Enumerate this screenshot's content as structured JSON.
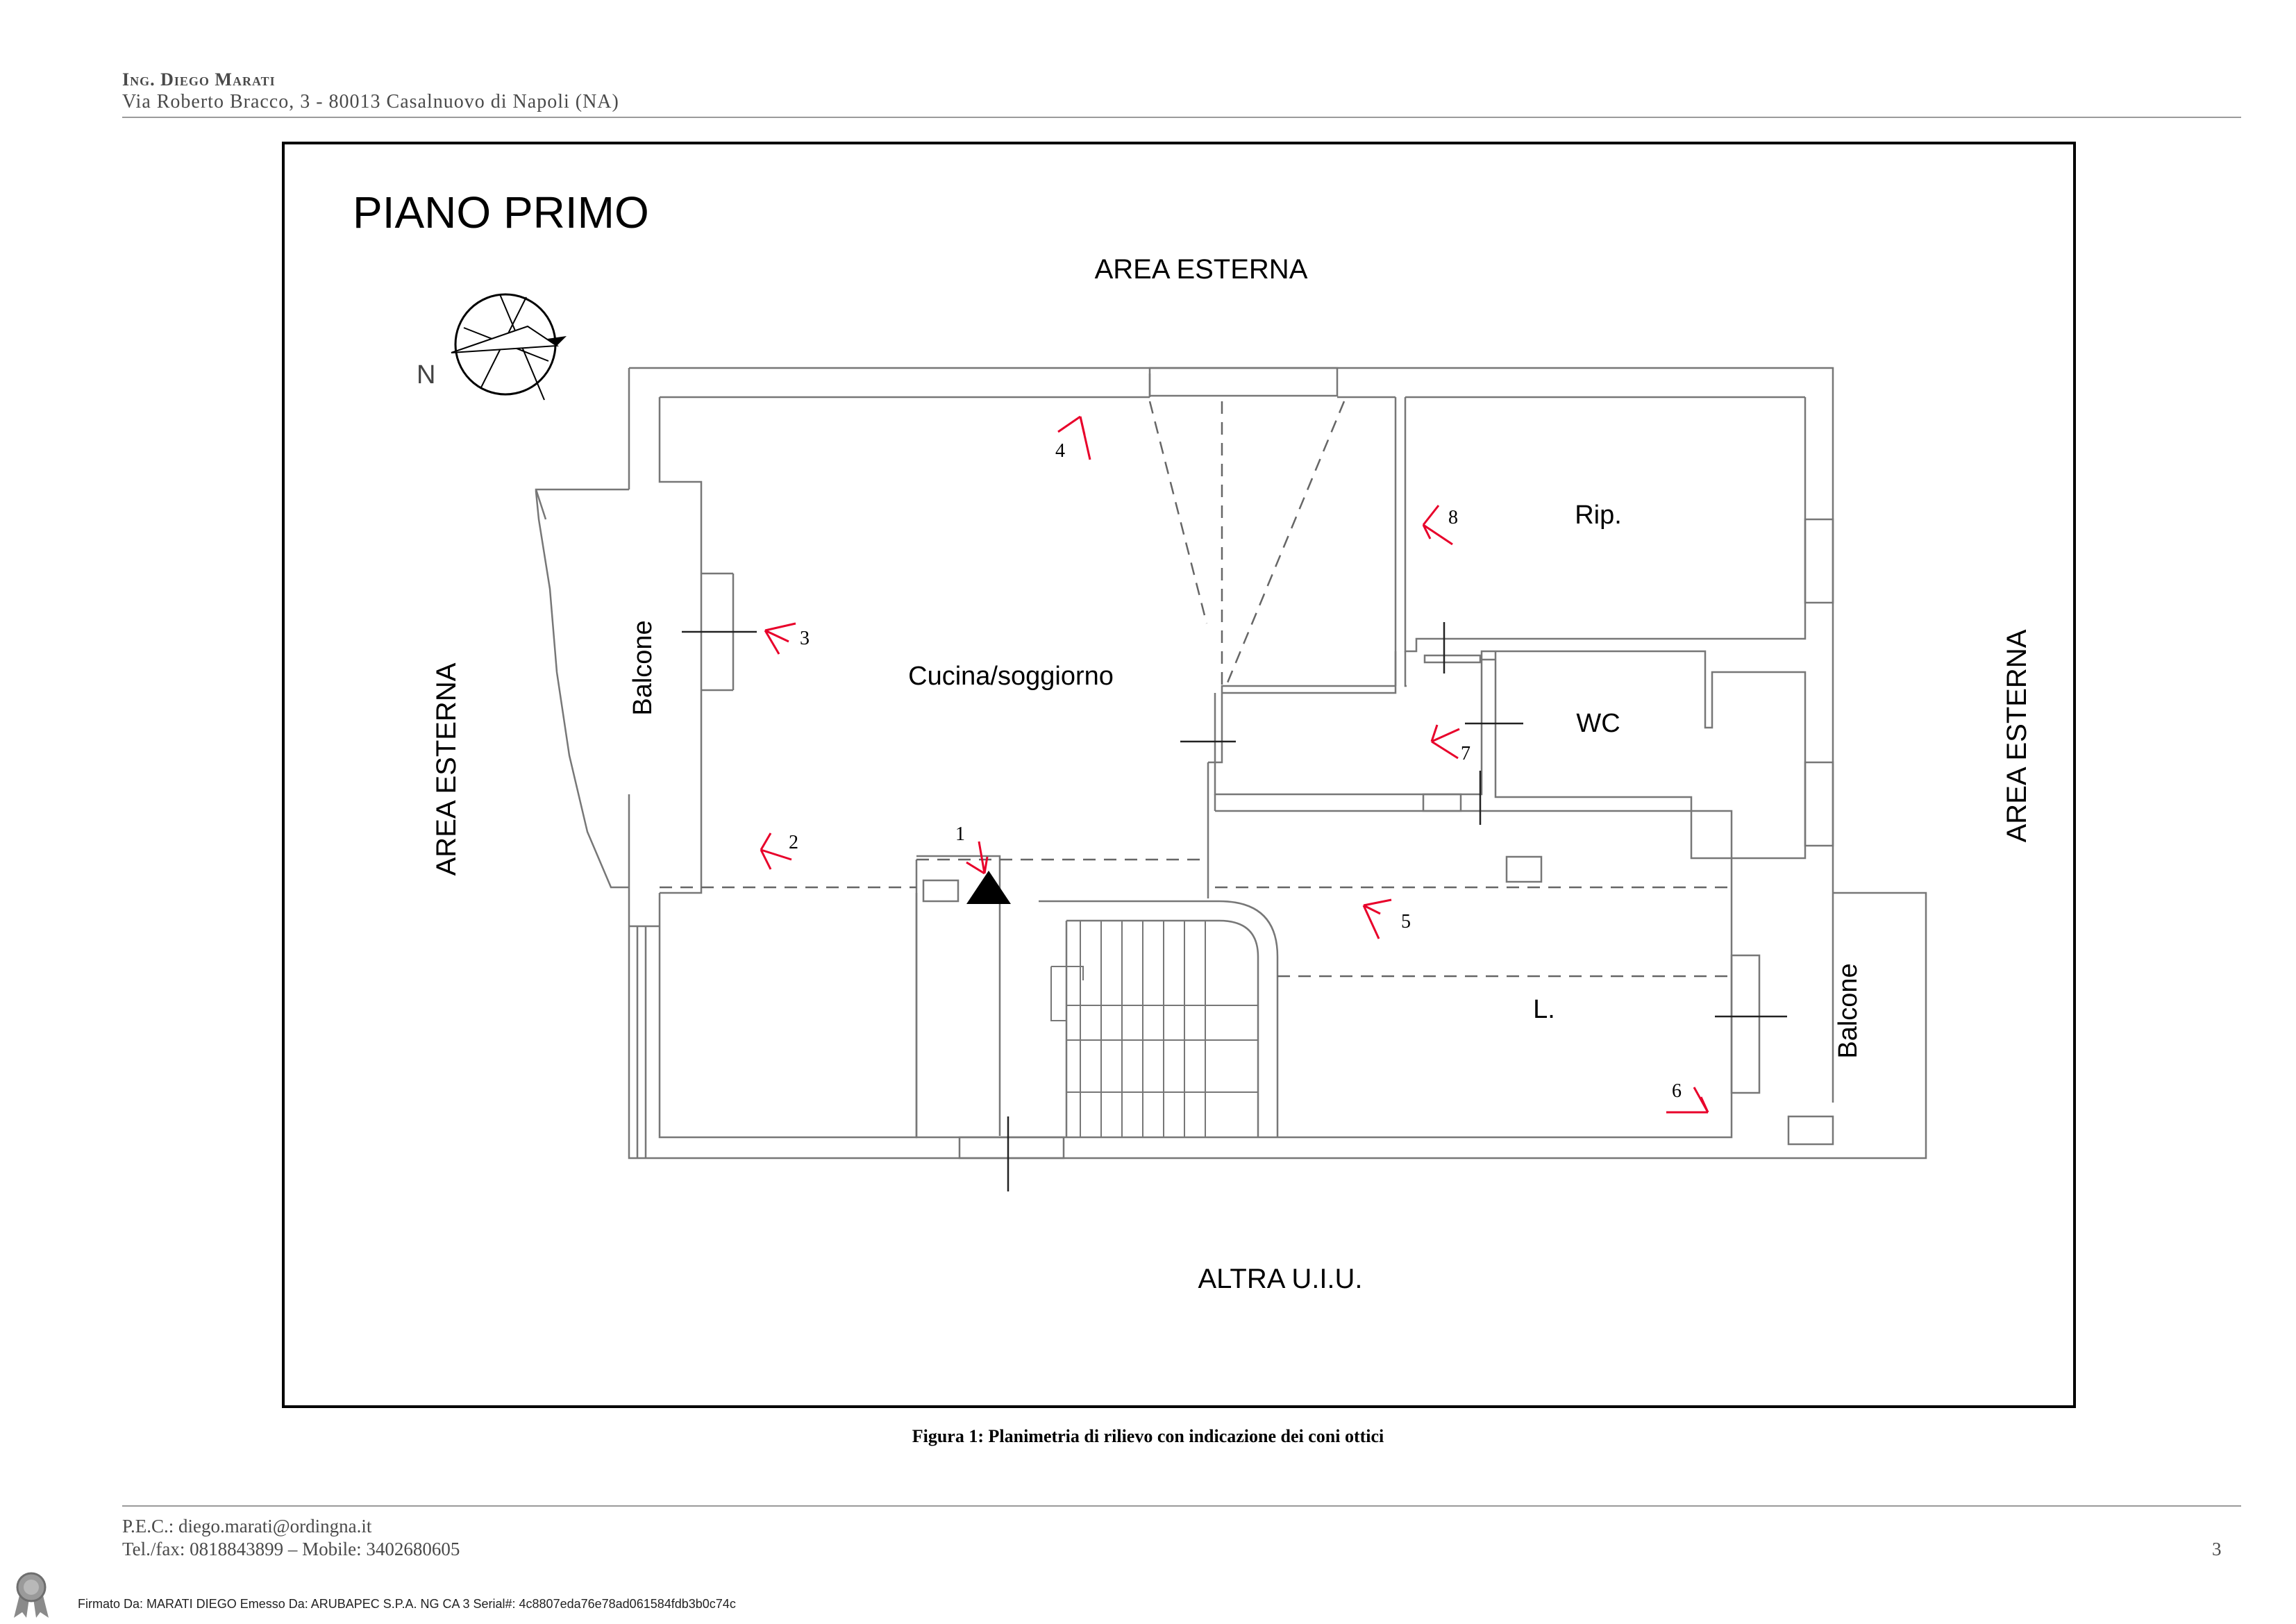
{
  "header": {
    "name": "Ing. Diego Marati",
    "address": "Via Roberto Bracco, 3 - 80013 Casalnuovo di Napoli (NA)"
  },
  "plan": {
    "title": "PIANO PRIMO",
    "north_label": "N",
    "labels": {
      "area_top": "AREA ESTERNA",
      "area_left": "AREA ESTERNA",
      "area_right": "AREA ESTERNA",
      "bottom": "ALTRA U.I.U.",
      "balcone_left": "Balcone",
      "balcone_right": "Balcone",
      "cucina": "Cucina/soggiorno",
      "rip": "Rip.",
      "wc": "WC",
      "l": "L."
    },
    "viewpoints": [
      "1",
      "2",
      "3",
      "4",
      "5",
      "6",
      "7",
      "8"
    ],
    "colors": {
      "viewpoint": "#e8002a",
      "walls": "#666666",
      "frame": "#000000"
    }
  },
  "caption": "Figura 1: Planimetria di rilievo con indicazione dei coni ottici",
  "footer": {
    "pec": "P.E.C.: diego.marati@ordingna.it",
    "tel": "Tel./fax: 0818843899 – Mobile: 3402680605",
    "page_number": "3"
  },
  "signature": "Firmato Da: MARATI DIEGO Emesso Da: ARUBAPEC S.P.A. NG CA 3 Serial#: 4c8807eda76e78ad061584fdb3b0c74c",
  "seal_icon": "ribbon-seal-icon"
}
